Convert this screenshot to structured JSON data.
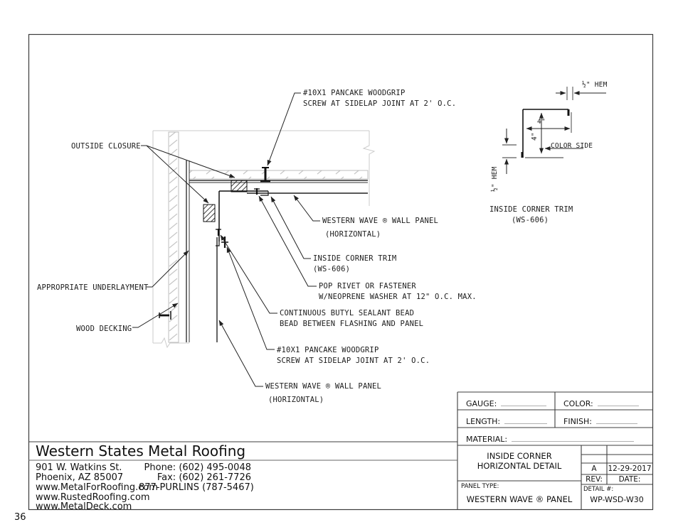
{
  "page": {
    "number": "36"
  },
  "drawing": {
    "callouts": {
      "outside_closure": "OUTSIDE CLOSURE",
      "screw_top_1": "#10X1 PANCAKE WOODGRIP",
      "screw_top_2": "SCREW AT SIDELAP JOINT AT 2' O.C.",
      "panel_upper_1": "WESTERN WAVE ® WALL PANEL",
      "panel_upper_2": "(HORIZONTAL)",
      "trim_1": "INSIDE CORNER TRIM",
      "trim_2": "(WS-606)",
      "rivet_1": "POP RIVET OR FASTENER",
      "rivet_2": "W/NEOPRENE WASHER AT 12\" O.C. MAX.",
      "sealant_1": "CONTINUOUS BUTYL SEALANT BEAD",
      "sealant_2": "BEAD BETWEEN FLASHING AND PANEL",
      "screw_side_1": "#10X1 PANCAKE WOODGRIP",
      "screw_side_2": "SCREW AT SIDELAP JOINT AT 2' O.C.",
      "panel_lower_1": "WESTERN WAVE ® WALL PANEL",
      "panel_lower_2": "(HORIZONTAL)",
      "underlayment": "APPROPRIATE UNDERLAYMENT",
      "wood_decking": "WOOD DECKING"
    },
    "trim_profile": {
      "hem_top": "½\" HEM",
      "hem_left": "½\" HEM",
      "dim_h": "4\"",
      "dim_v": "4\"",
      "color_side": "COLOR SIDE",
      "title": "INSIDE CORNER TRIM",
      "subtitle": "(WS-606)"
    }
  },
  "company": {
    "name": "Western States Metal Roofing",
    "address1": "901 W. Watkins St.",
    "address2": "Phoenix, AZ 85007",
    "web1": "www.MetalForRoofing.com",
    "web2": "www.RustedRoofing.com",
    "web3": "www.MetalDeck.com",
    "phone": "Phone: (602) 495-0048",
    "fax": "Fax: (602) 261-7726",
    "tollfree": "877-PURLINS (787-5467)"
  },
  "titleblock": {
    "gauge_label": "GAUGE:",
    "color_label": "COLOR:",
    "length_label": "LENGTH:",
    "finish_label": "FINISH:",
    "material_label": "MATERIAL:",
    "detail_title_1": "INSIDE CORNER",
    "detail_title_2": "HORIZONTAL DETAIL",
    "rev_value": "A",
    "date_value": "12-29-2017",
    "rev_label": "REV:",
    "date_label": "DATE:",
    "panel_type_label": "PANEL TYPE:",
    "panel_type_value": "WESTERN WAVE ® PANEL",
    "detail_no_label": "DETAIL #:",
    "detail_no_value": "WP-WSD-W30"
  }
}
